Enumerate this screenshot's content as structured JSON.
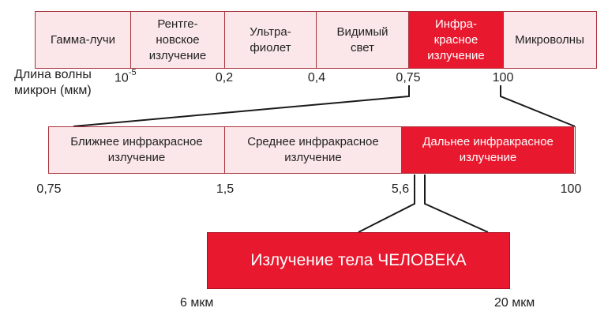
{
  "spectrum": {
    "bands": [
      {
        "label": "Гамма-лучи"
      },
      {
        "label": "Рентге-\nновское\nизлучение"
      },
      {
        "label": "Ультра-\nфиолет"
      },
      {
        "label": "Видимый\nсвет"
      },
      {
        "label": "Инфра-\nкрасное\nизлучение"
      },
      {
        "label": "Микроволны"
      }
    ],
    "axis_label_line1": "Длина волны",
    "axis_label_line2": "микрон (мкм)",
    "ticks": {
      "t0_base": "10",
      "t0_exp": "-5",
      "t1": "0,2",
      "t2": "0,4",
      "t3": "0,75",
      "t4": "100"
    }
  },
  "infrared": {
    "bands": [
      {
        "label": "Ближнее инфракрасное\nизлучение"
      },
      {
        "label": "Среднее инфракрасное\nизлучение"
      },
      {
        "label": "Дальнее инфракрасное\nизлучение"
      }
    ],
    "ticks": {
      "t0": "0,75",
      "t1": "1,5",
      "t2": "5,6",
      "t3": "100"
    }
  },
  "human_body": {
    "label": "Излучение тела ЧЕЛОВЕКА",
    "min_label": "6 мкм",
    "max_label": "20 мкм"
  },
  "colors": {
    "highlight": "#e8182e",
    "light_fill": "#fbe7ea",
    "border": "#a8323a",
    "connector": "#1a1a1a"
  }
}
